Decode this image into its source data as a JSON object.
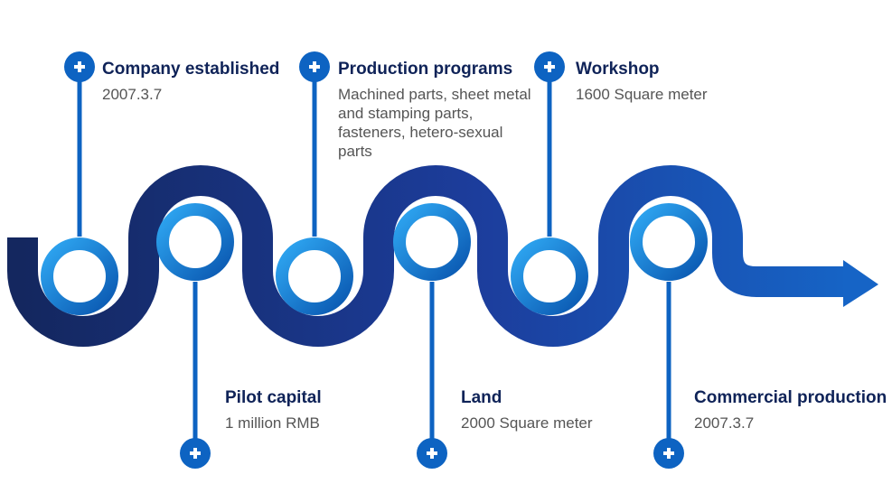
{
  "colors": {
    "band_dark": "#0f2358",
    "band_mid": "#1e3f9e",
    "band_light": "#1662c4",
    "ring_outer": "#0b5bb5",
    "ring_inner": "#2ea2f0",
    "pin": "#0d63c2",
    "plus": "#ffffff",
    "title": "#0f2358",
    "desc": "#555555"
  },
  "milestones": [
    {
      "title": "Company established",
      "desc": "2007.3.7",
      "side": "top",
      "pin_icon": "plus-icon"
    },
    {
      "title": "Pilot capital",
      "desc": "1 million RMB",
      "side": "bottom",
      "pin_icon": "plus-icon"
    },
    {
      "title": "Production programs",
      "desc": "Machined parts, sheet metal and stamping parts, fasteners, hetero-sexual parts",
      "side": "top",
      "pin_icon": "plus-icon"
    },
    {
      "title": "Land",
      "desc": "2000 Square meter",
      "side": "bottom",
      "pin_icon": "plus-icon"
    },
    {
      "title": "Workshop",
      "desc": "1600 Square meter",
      "side": "top",
      "pin_icon": "plus-icon"
    },
    {
      "title": "Commercial production",
      "desc": "2007.3.7",
      "side": "bottom",
      "pin_icon": "plus-icon"
    }
  ],
  "arrow_icon": "arrow-right-icon"
}
